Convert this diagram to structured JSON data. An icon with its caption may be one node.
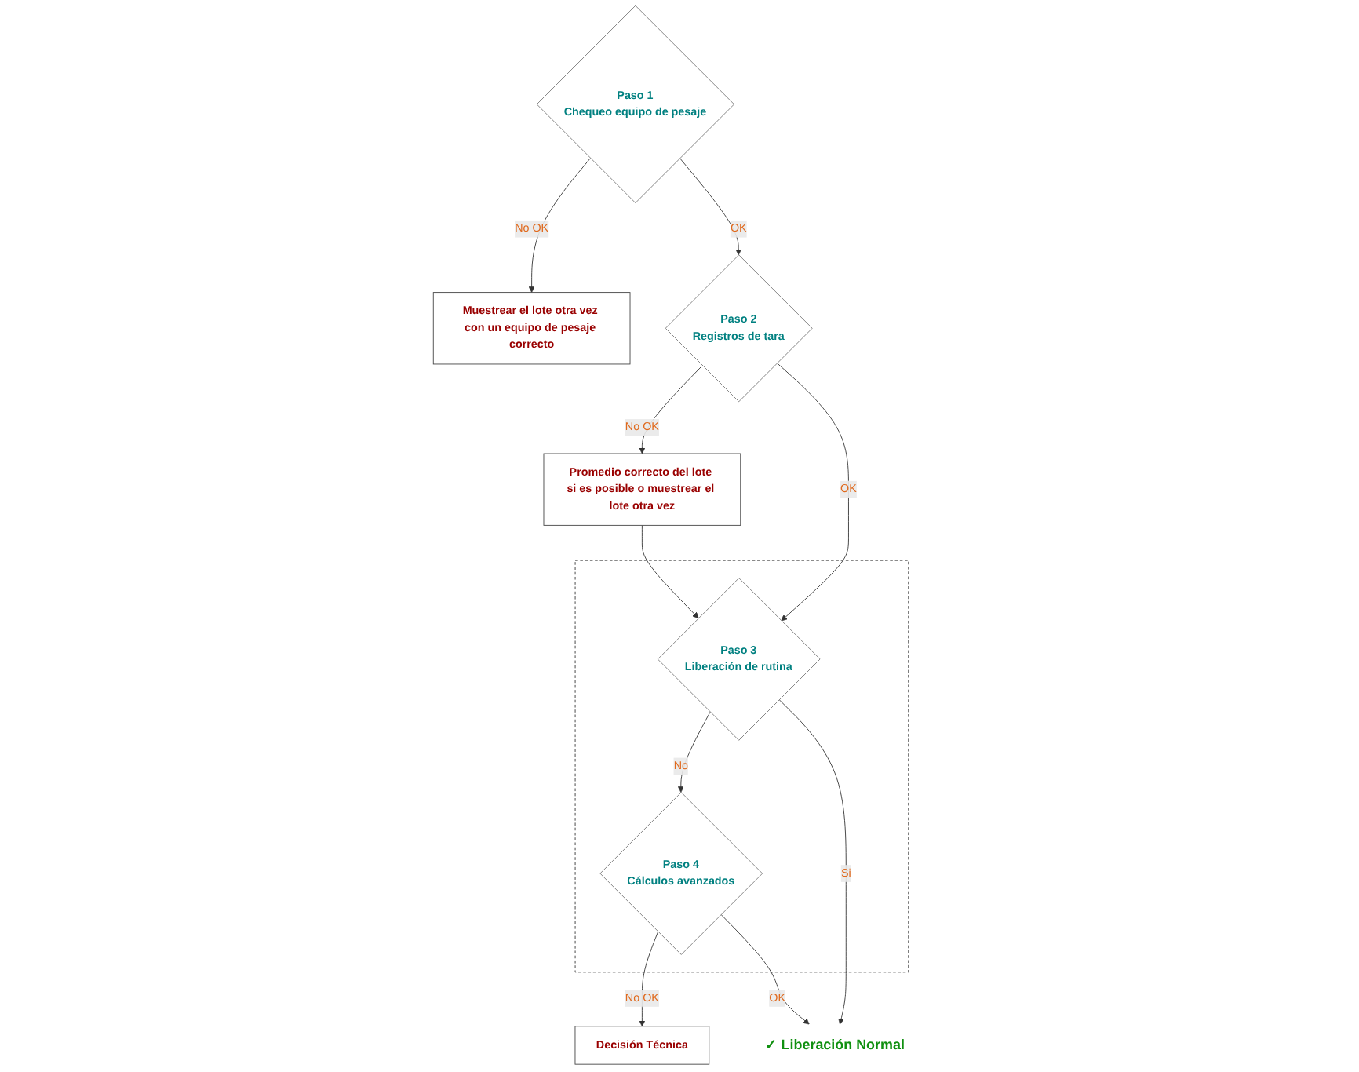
{
  "diagram": {
    "nodes": [
      {
        "text": [
          "Paso 1",
          "Chequeo equipo de pesaje"
        ]
      },
      {
        "text": [
          "Muestrear el lote otra vez con un equipo de pesaje correcto"
        ]
      },
      {
        "text": [
          "Paso 2",
          "Registros de tara"
        ]
      },
      {
        "text": [
          "Promedio correcto del lote si es posible o muestrear el lote otra vez"
        ]
      },
      {
        "text": [],
        "shape": "box"
      },
      {
        "text": [
          "Paso 3",
          "Liberación de rutina"
        ],
        "in": 4
      },
      {
        "text": [
          "Paso 4",
          "Cálculos avanzados"
        ],
        "in": 4
      },
      {
        "text": [
          "Decisión Técnica"
        ]
      },
      {
        "text": [
          "✓ Liberación Normal"
        ]
      }
    ],
    "edges": [
      {
        "from": 0,
        "to": 1,
        "arrow": "to",
        "label": "No OK"
      },
      {
        "from": 0,
        "to": 2,
        "arrow": "to",
        "label": "OK"
      },
      {
        "from": 2,
        "to": 3,
        "arrow": "to",
        "label": "No OK"
      },
      {
        "from": 2,
        "to": 5,
        "arrow": "to",
        "label": "OK"
      },
      {
        "from": 3,
        "to": 5,
        "arrow": "to"
      },
      {
        "from": 5,
        "to": 6,
        "arrow": "to",
        "label": "No"
      },
      {
        "from": 6,
        "to": 7,
        "arrow": "to",
        "label": "No OK"
      },
      {
        "from": 5,
        "to": 8,
        "arrow": "to",
        "label": "Si"
      },
      {
        "from": 6,
        "to": 8,
        "arrow": "to",
        "label": "OK"
      }
    ]
  }
}
